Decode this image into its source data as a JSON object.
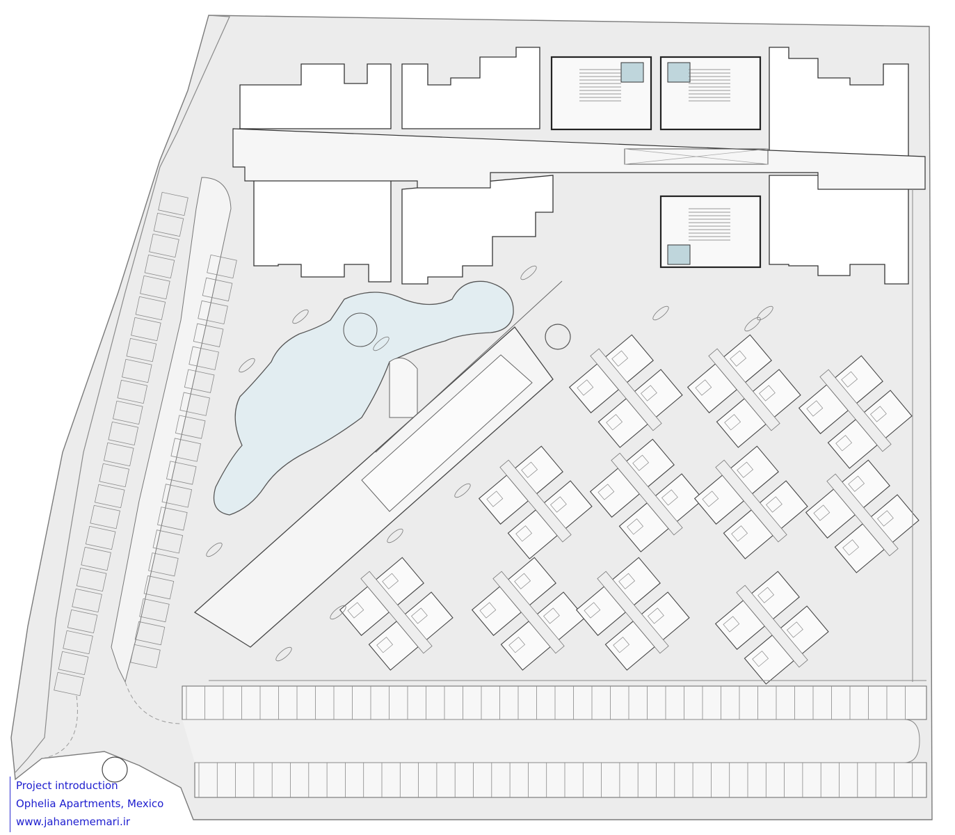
{
  "caption": {
    "line1": "Project introduction",
    "line2": "Ophelia Apartments, Mexico",
    "line3": "www.jahanememari.ir"
  },
  "colors": {
    "ground": "#ececec",
    "line": "#555555",
    "pool": "#e2edf1",
    "tile": "#bfd6dc",
    "caption": "#1d1dcf"
  },
  "icons": {
    "car": "car-outline-icon",
    "tree": "tree-symbol-icon",
    "stair": "stair-icon"
  }
}
